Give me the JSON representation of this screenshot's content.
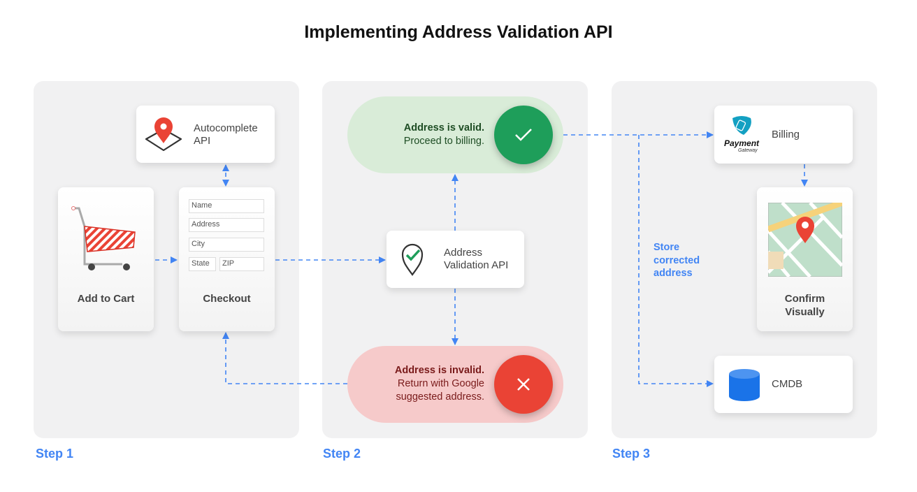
{
  "title": "Implementing Address Validation API",
  "steps": [
    "Step 1",
    "Step 2",
    "Step 3"
  ],
  "step1": {
    "autocomplete": {
      "label_line1": "Autocomplete",
      "label_line2": "API",
      "icon": "map-pin-icon"
    },
    "add_to_cart": {
      "label": "Add to Cart",
      "icon": "shopping-cart-icon"
    },
    "checkout": {
      "label": "Checkout",
      "fields": {
        "name": "Name",
        "address": "Address",
        "city": "City",
        "state": "State",
        "zip": "ZIP"
      }
    }
  },
  "step2": {
    "valid": {
      "line1": "Address is valid.",
      "line2": "Proceed to billing.",
      "icon": "check-icon",
      "color": "#1e9e5a"
    },
    "api": {
      "label_line1": "Address",
      "label_line2": "Validation API",
      "icon": "location-check-icon"
    },
    "invalid": {
      "line1": "Address is invalid.",
      "line2": "Return with Google",
      "line3": "suggested address.",
      "icon": "close-icon",
      "color": "#ea4335"
    }
  },
  "step3": {
    "billing": {
      "label": "Billing",
      "logo_text": "Payment",
      "logo_sub": "Gateway"
    },
    "confirm": {
      "label_line1": "Confirm",
      "label_line2": "Visually",
      "icon": "map-icon"
    },
    "cmdb": {
      "label": "CMDB",
      "icon": "database-icon"
    },
    "store_note": {
      "line1": "Store",
      "line2": "corrected",
      "line3": "address"
    }
  },
  "colors": {
    "accent": "#4285f4",
    "panel": "#f1f1f2"
  }
}
